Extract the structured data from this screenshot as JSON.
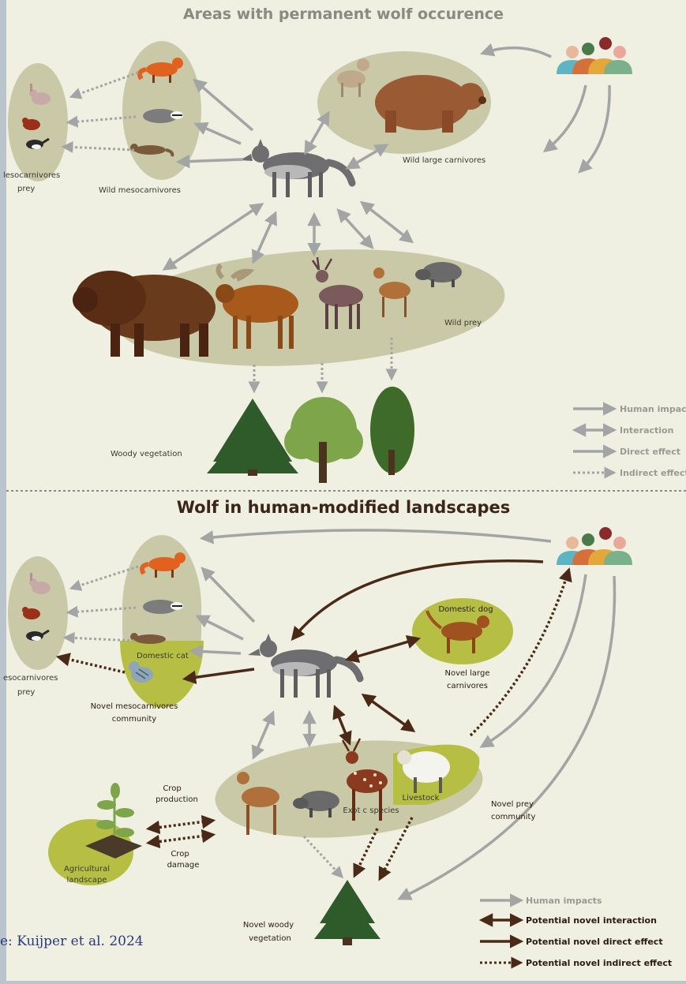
{
  "top": {
    "title": "Areas with permanent wolf occurence",
    "labels": {
      "mesocarnivores_prey_1": "lesocarnivores",
      "mesocarnivores_prey_2": "prey",
      "wild_mesocarnivores": "Wild mesocarnivores",
      "wild_large_carnivores": "Wild large carnivores",
      "wild_prey": "Wild prey",
      "woody_vegetation": "Woody vegetation"
    },
    "legend": [
      "Human impacts",
      "Interaction",
      "Direct effect",
      "Indirect effect"
    ]
  },
  "bottom": {
    "title": "Wolf in human-modified landscapes",
    "labels": {
      "mesocarnivores_prey_1": "esocarnivores",
      "mesocarnivores_prey_2": "prey",
      "domestic_cat": "Domestic cat",
      "novel_meso_1": "Novel mesocarnivores",
      "novel_meso_2": "community",
      "domestic_dog": "Domestic dog",
      "novel_large_1": "Novel large",
      "novel_large_2": "carnivores",
      "crop_production_1": "Crop",
      "crop_production_2": "production",
      "crop_damage_1": "Crop",
      "crop_damage_2": "damage",
      "agri_1": "Agricultural",
      "agri_2": "landscape",
      "exotic_species": "Exot c species",
      "livestock": "Livestock",
      "novel_prey_1": "Novel prey",
      "novel_prey_2": "community",
      "novel_woody_1": "Novel woody",
      "novel_woody_2": "vegetation"
    },
    "legend": [
      "Human impacts",
      "Potential novel interaction",
      "Potential novel direct effect",
      "Potential novel indirect effect"
    ]
  },
  "source": "e: Kuijper et al. 2024",
  "colors": {
    "panel": "#eff0e1",
    "ellipse": "#c9c9a8",
    "ellipse_green": "#b6bf44",
    "arrow_grey": "#a2a5a3",
    "arrow_dark": "#4a2a16",
    "tree_dark": "#2f5a2a",
    "tree_light": "#7ea54a"
  }
}
